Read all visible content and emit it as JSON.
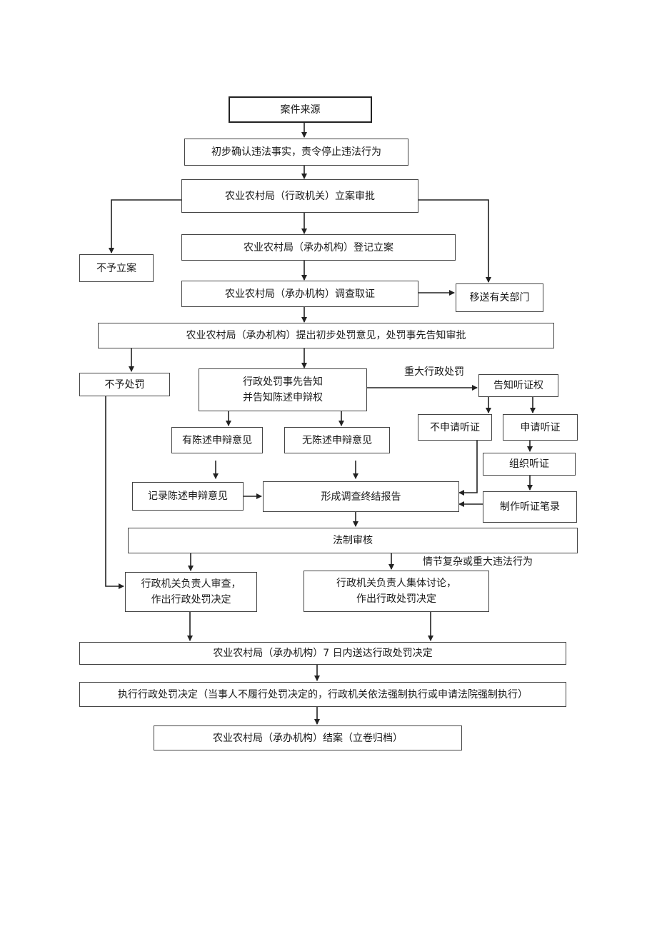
{
  "flow": {
    "case_source": "案件来源",
    "preliminary_confirm": "初步确认违法事实，责令停止违法行为",
    "filing_approval": "农业农村局（行政机关）立案审批",
    "register_filing": "农业农村局（承办机构）登记立案",
    "no_filing": "不予立案",
    "investigate": "农业农村局（承办机构）调查取证",
    "transfer": "移送有关部门",
    "preliminary_opinion": "农业农村局（承办机构）提出初步处罚意见，处罚事先告知审批",
    "no_penalty": "不予处罚",
    "prior_notice_line1": "行政处罚事先告知",
    "prior_notice_line2": "并告知陈述申辩权",
    "major_penalty_label": "重大行政处罚",
    "notify_hearing_right": "告知听证权",
    "has_statement": "有陈述申辩意见",
    "no_statement": "无陈述申辩意见",
    "no_hearing_request": "不申请听证",
    "request_hearing": "申请听证",
    "organize_hearing": "组织听证",
    "record_statement": "记录陈述申辩意见",
    "final_report": "形成调查终结报告",
    "hearing_record": "制作听证笔录",
    "legal_review": "法制审核",
    "complex_case_label": "情节复杂或重大违法行为",
    "head_review_line1": "行政机关负责人审查，",
    "head_review_line2": "作出行政处罚决定",
    "collective_line1": "行政机关负责人集体讨论，",
    "collective_line2": "作出行政处罚决定",
    "deliver_decision": "农业农村局（承办机构）7 日内送达行政处罚决定",
    "execute_decision": "执行行政处罚决定（当事人不履行处罚决定的，行政机关依法强制执行或申请法院强制执行）",
    "close_case": "农业农村局（承办机构）结案（立卷归档）"
  }
}
